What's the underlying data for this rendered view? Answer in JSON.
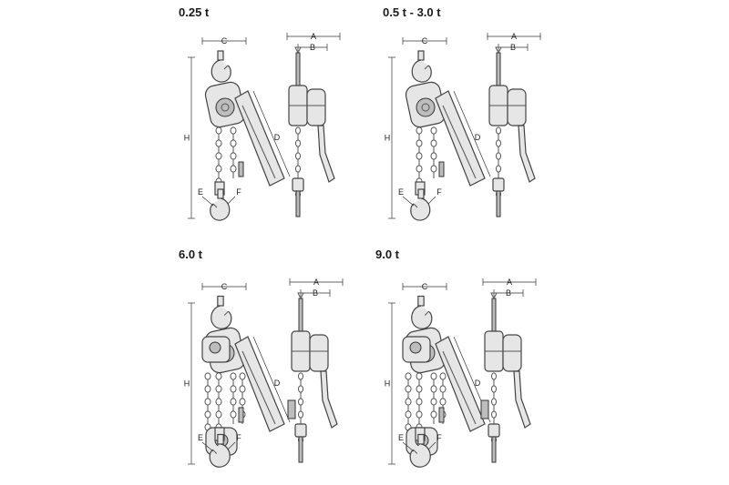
{
  "panels": [
    {
      "title": "0.25 t"
    },
    {
      "title": "0.5 t - 3.0 t"
    },
    {
      "title": "6.0 t"
    },
    {
      "title": "9.0 t"
    }
  ],
  "dimension_labels": {
    "a": "A",
    "b": "B",
    "c": "C",
    "d": "D",
    "e": "E",
    "f": "F",
    "h": "H"
  }
}
